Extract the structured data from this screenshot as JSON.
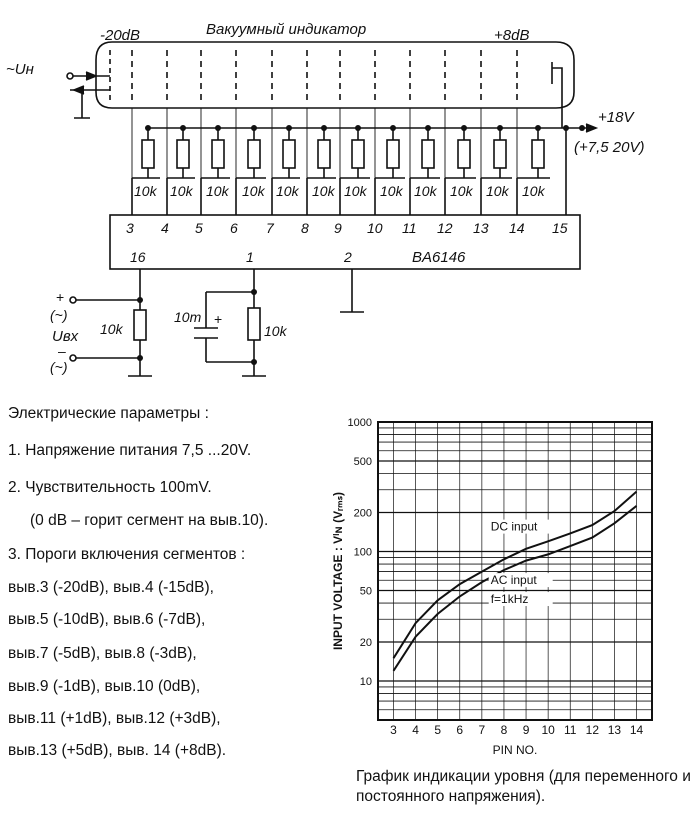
{
  "schematic": {
    "tube_title": "Вакуумный индикатор",
    "level_min": "-20dB",
    "level_max": "+8dB",
    "heater": "~Uн",
    "supply": "+18V",
    "supply_range": "(+7,5  20V)",
    "ic_name": "BA6146",
    "resistor": "10k",
    "capacitor": "10m",
    "input_label": "Uвх",
    "input_plus": "+",
    "input_minus": "–",
    "input_tilde": "(~)",
    "cap_plus": "+",
    "top_pins": [
      "3",
      "4",
      "5",
      "6",
      "7",
      "8",
      "9",
      "10",
      "11",
      "12",
      "13",
      "14",
      "15"
    ],
    "bottom_pins": [
      "16",
      "1",
      "2"
    ]
  },
  "params": {
    "lines": [
      "Электрические параметры :",
      "1. Напряжение питания  7,5 ...20V.",
      "2. Чувствительность 100mV.",
      "(0 dB – горит сегмент на выв.10).",
      "3. Пороги включения сегментов :",
      "выв.3 (-20dB), выв.4 (-15dB),",
      "выв.5 (-10dB), выв.6 (-7dB),",
      "выв.7 (-5dB), выв.8 (-3dB),",
      "выв.9 (-1dB), выв.10 (0dB),",
      "выв.11 (+1dB), выв.12 (+3dB),",
      "выв.13 (+5dB), выв. 14 (+8dB)."
    ]
  },
  "chart_caption": "График индикации уровня (для переменного и постоянного напряжения).",
  "chart_data": {
    "type": "line",
    "x": [
      3,
      4,
      5,
      6,
      7,
      8,
      9,
      10,
      11,
      12,
      13,
      14
    ],
    "xticks": [
      "3",
      "4",
      "5",
      "6",
      "7",
      "8",
      "9",
      "10",
      "11",
      "12",
      "13",
      "14"
    ],
    "xlabel": "PIN   NO.",
    "ylabel": "INPUT VOLTAGE : Vᴵɴ (Vᵣₘₛ)",
    "yscale": "log",
    "ylim": [
      5,
      1000
    ],
    "yticks": [
      "1000",
      "500",
      "200",
      "100",
      "50",
      "20",
      "10"
    ],
    "grid": true,
    "series": [
      {
        "name": "DC input",
        "values": [
          15,
          28,
          42,
          56,
          70,
          87,
          105,
          120,
          138,
          160,
          205,
          290
        ]
      },
      {
        "name": "AC input",
        "values": [
          12,
          22,
          33,
          45,
          58,
          72,
          85,
          95,
          110,
          128,
          165,
          225
        ]
      }
    ],
    "annotations": [
      "DC input",
      "AC input",
      "f=1kHz"
    ]
  }
}
